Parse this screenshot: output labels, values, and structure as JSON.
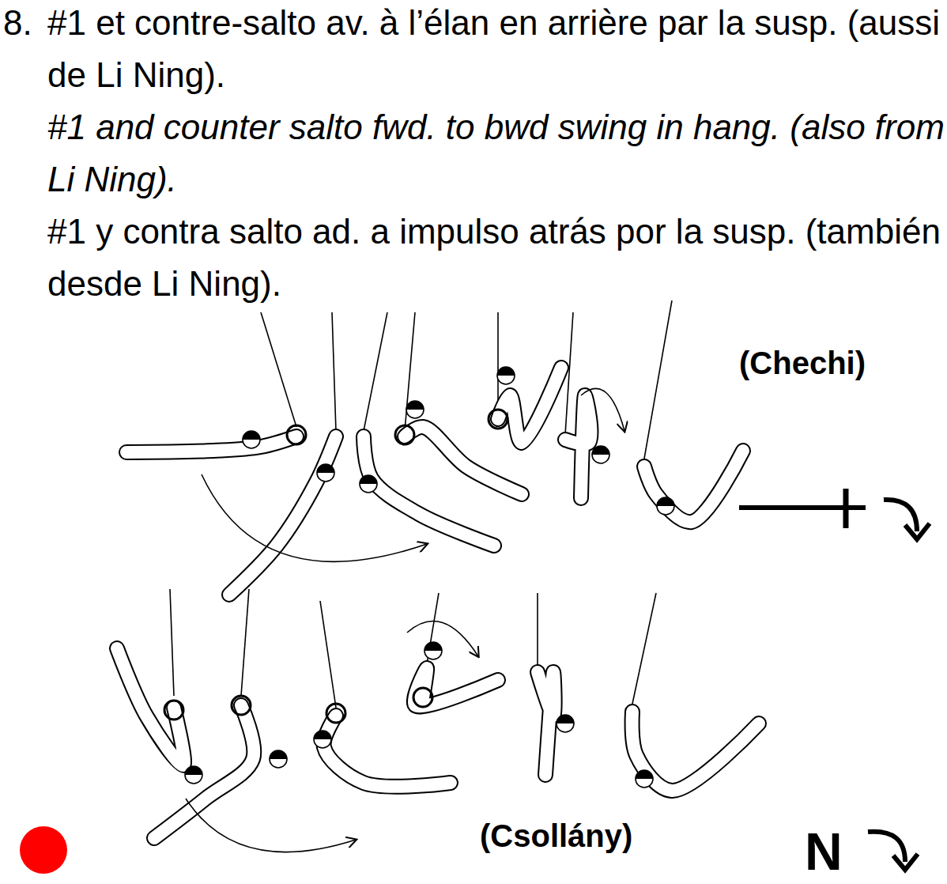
{
  "diagram": {
    "labels": [
      "8.",
      "#1 et contre-salto av. à l’élan en arrière par la susp. (aussi de Li Ning).",
      "#1 and counter salto fwd. to bwd swing in hang. (also from Li Ning).",
      "#1 y contra salto ad. a impulso atrás por la susp. (también desde Li Ning).",
      "(Chechi)",
      "(Csollány)",
      "N"
    ]
  }
}
